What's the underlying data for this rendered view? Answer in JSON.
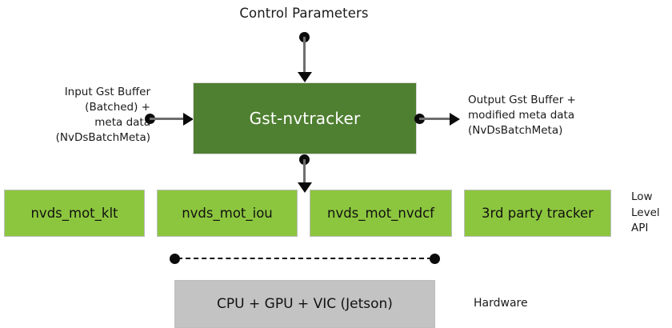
{
  "diagram": {
    "title_label": "Control Parameters",
    "input_label": "Input Gst Buffer\n(Batched) +\nmeta data\n(NvDsBatchMeta)",
    "output_label": "Output Gst Buffer +\nmodified meta data\n(NvDsBatchMeta)",
    "plugin_box_label": "Gst-nvtracker",
    "low_level_api_label": "Low\nLevel\nAPI",
    "hardware_label": "Hardware",
    "hardware_box_label": "CPU + GPU + VIC (Jetson)",
    "low_level_boxes": [
      {
        "label": "nvds_mot_klt"
      },
      {
        "label": "nvds_mot_iou"
      },
      {
        "label": "nvds_mot_nvdcf"
      },
      {
        "label": "3rd party tracker"
      }
    ],
    "colors": {
      "plugin_box_fill": "#4F7F31",
      "plugin_box_text": "#FFFFFF",
      "low_level_box_fill": "#8CC63E",
      "hardware_box_fill": "#C3C3C3",
      "box_border": "#BDBDBD",
      "connector_line": "#6E6E6E",
      "connector_marker": "#0B0B0B",
      "text": "#1A1A1A",
      "background": "#FFFFFF"
    }
  }
}
